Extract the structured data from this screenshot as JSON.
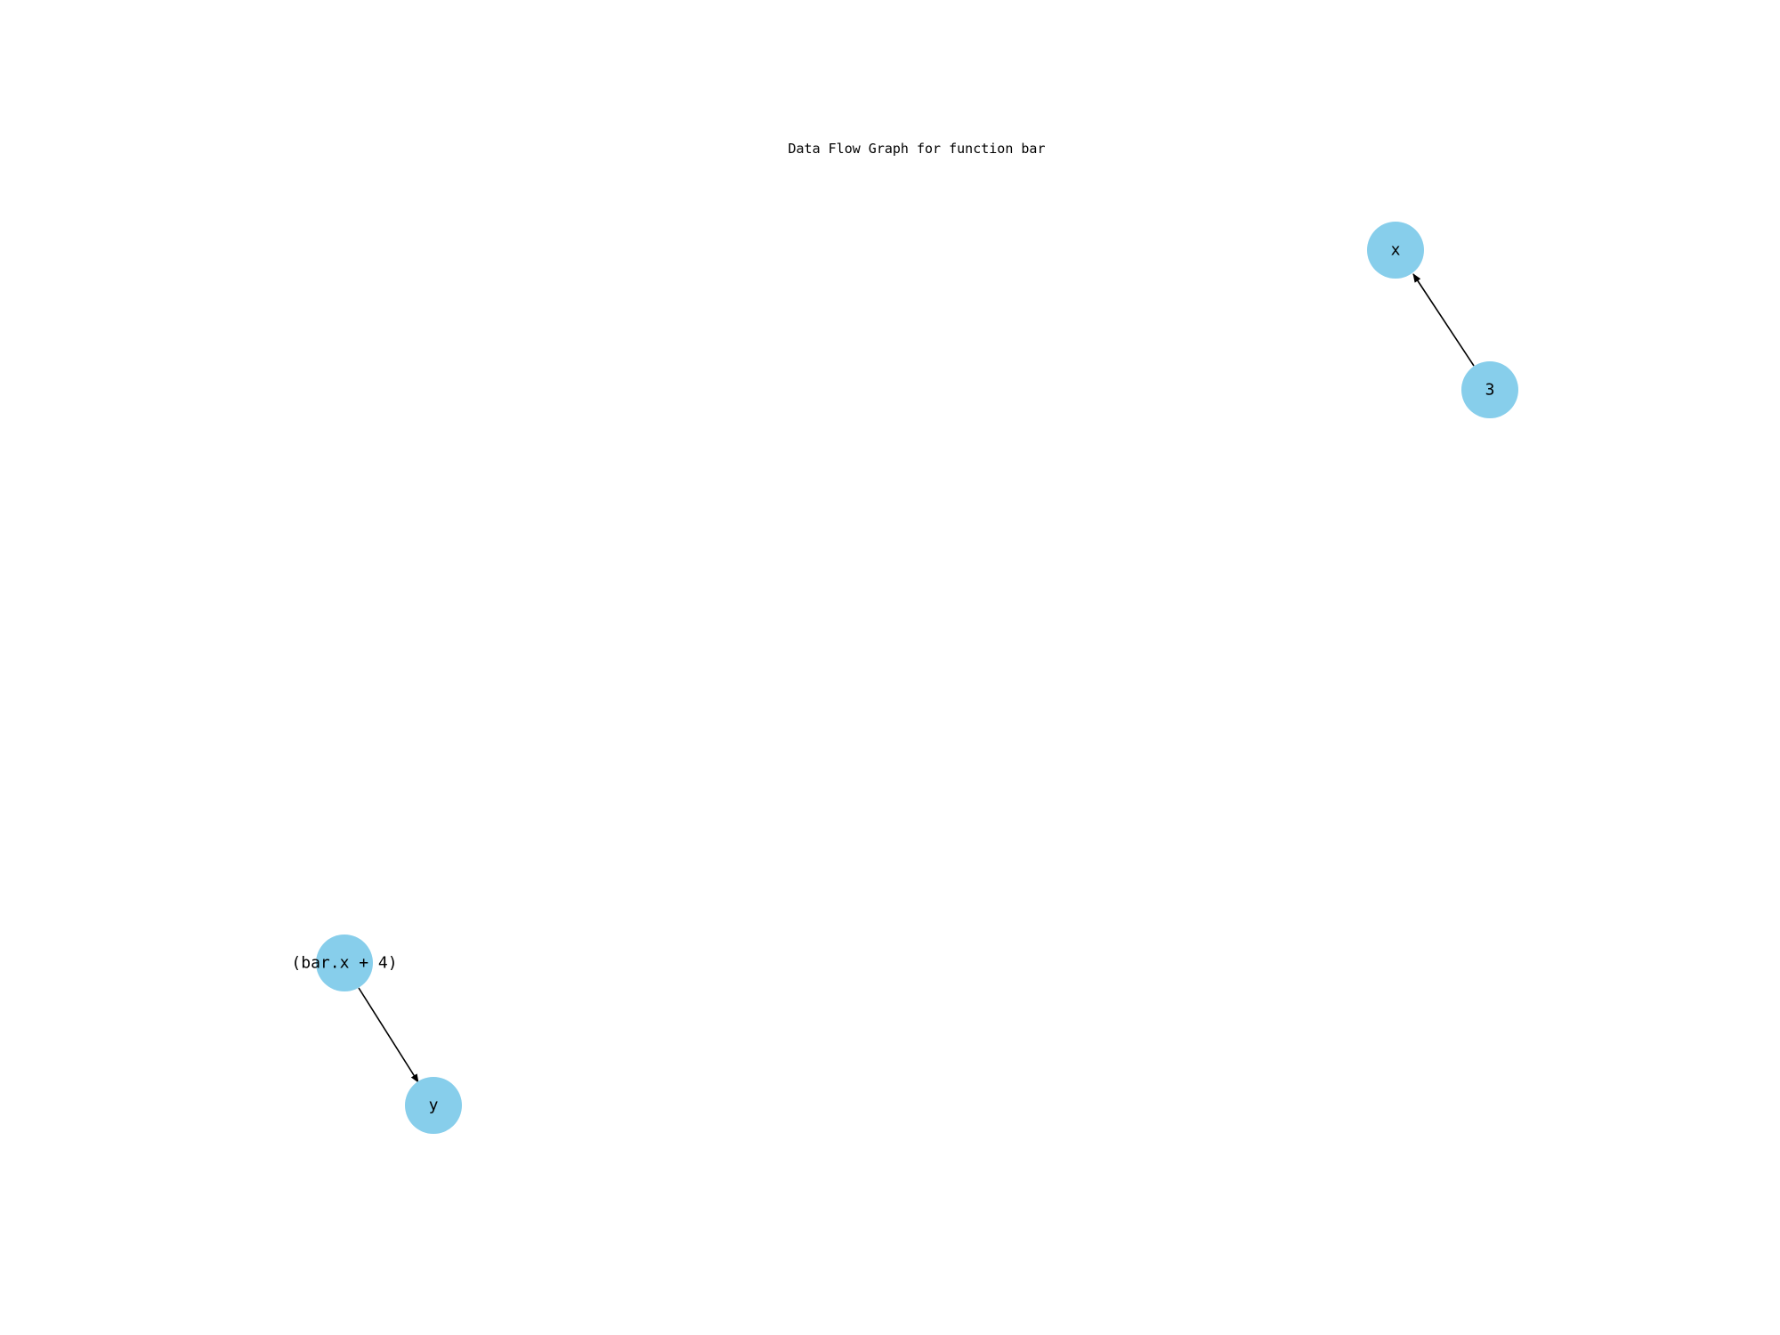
{
  "title": "Data Flow Graph for function bar",
  "colors": {
    "node_fill": "#87ceeb",
    "edge": "#000000",
    "edge_label": "#ff0000",
    "background": "#ffffff"
  },
  "nodes": [
    {
      "id": "x",
      "label": "x"
    },
    {
      "id": "3",
      "label": "3"
    },
    {
      "id": "expr",
      "label": "(bar.x + 4)"
    },
    {
      "id": "y",
      "label": "y"
    }
  ],
  "edges": [
    {
      "from": "3",
      "to": "x",
      "label": ""
    },
    {
      "from": "expr",
      "to": "y",
      "label": ""
    }
  ]
}
